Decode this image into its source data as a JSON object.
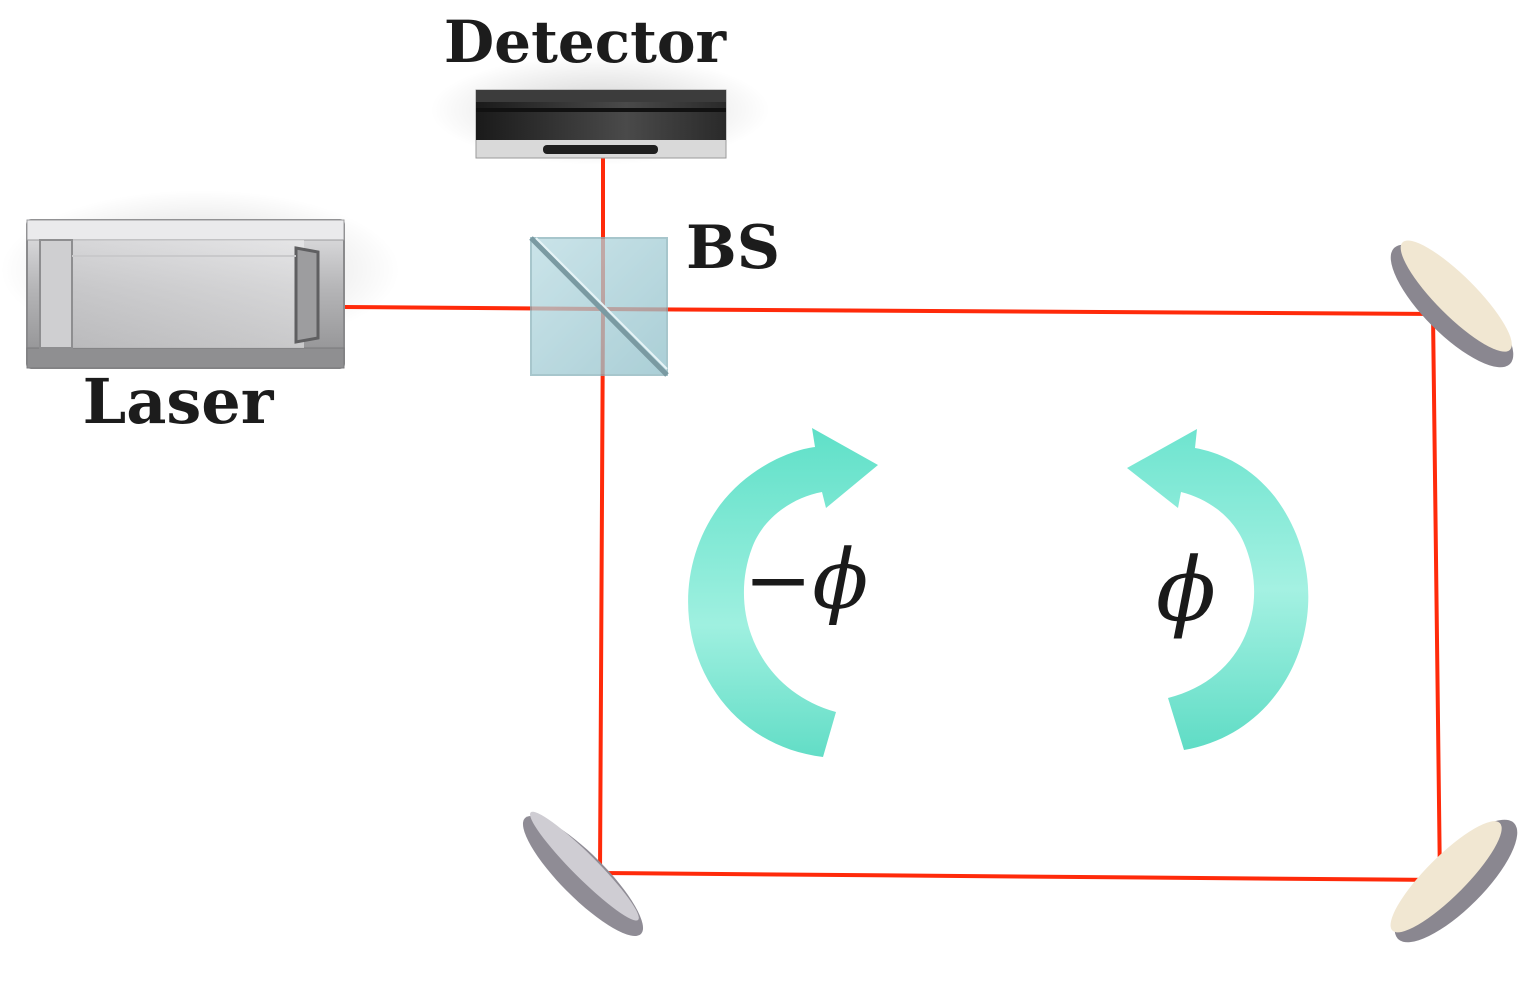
{
  "labels": {
    "detector": "Detector",
    "beam_splitter": "BS",
    "laser": "Laser",
    "phase_left": "−ϕ",
    "phase_right": "ϕ"
  },
  "colors": {
    "beam": "#ff2a0a",
    "arrow": "#6fe6d0",
    "cube": "#a9d3dc",
    "mirror_rim": "#8a8790",
    "mirror_face": "#f1e7d2",
    "laser_body": "#b9b9bb",
    "detector_body": "#2a2a2a"
  },
  "icons": {
    "laser": "laser-source-icon",
    "detector": "photodetector-icon",
    "beam_splitter": "beam-splitter-cube-icon",
    "mirror": "mirror-icon",
    "rotation_ccw": "curved-arrow-counterclockwise-icon",
    "rotation_cw": "curved-arrow-clockwise-icon"
  }
}
